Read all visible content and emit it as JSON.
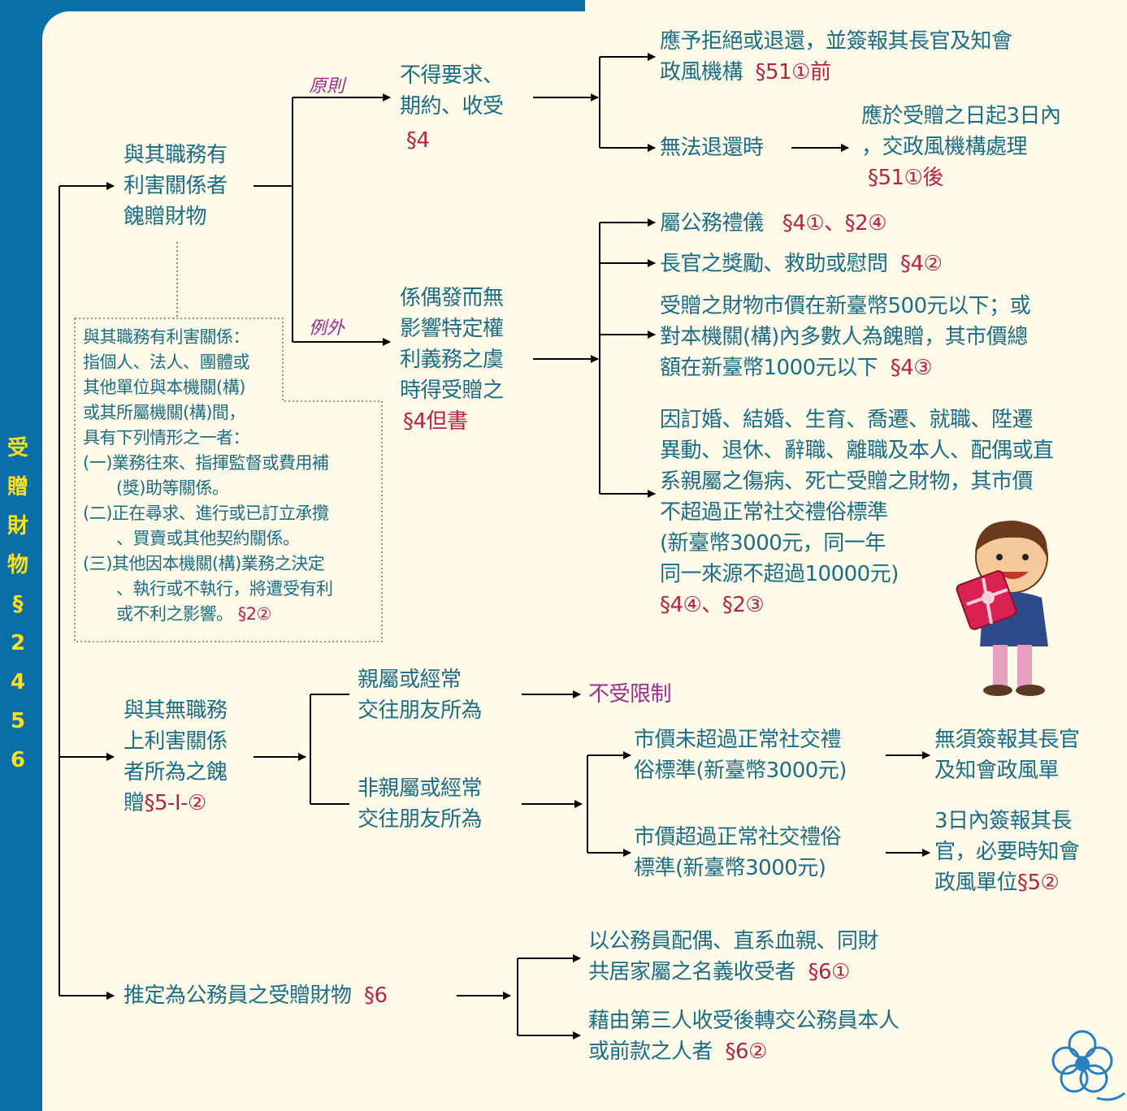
{
  "side_title": [
    "受",
    "贈",
    "財",
    "物",
    "§",
    "2",
    "4",
    "5",
    "6"
  ],
  "branch1": {
    "title": [
      "與其職務有",
      "利害關係者",
      "餽贈財物"
    ],
    "rule_label": "原則",
    "exception_label": "例外",
    "rule": [
      "不得要求、",
      "期約、收受"
    ],
    "rule_ref": "§4",
    "reject": [
      "應予拒絕或退還，並簽報其長官及知會"
    ],
    "reject_line2": "政風機構",
    "reject_ref": "§51①前",
    "cannot_return": "無法退還時",
    "handover": [
      "應於受贈之日起3日內",
      "，交政風機構處理"
    ],
    "handover_ref": "§51①後",
    "exception": [
      "係偶發而無",
      "影響特定權",
      "利義務之虞",
      "時得受贈之"
    ],
    "exception_ref": "§4但書",
    "exc1_text": "屬公務禮儀",
    "exc1_ref": "§4①、§2④",
    "exc2_text": "長官之獎勵、救助或慰問",
    "exc2_ref": "§4②",
    "exc3": [
      "受贈之財物市價在新臺幣500元以下；或",
      "對本機關(構)內多數人為餽贈，其市價總"
    ],
    "exc3_line3": "額在新臺幣1000元以下",
    "exc3_ref": "§4③",
    "exc4": [
      "因訂婚、結婚、生育、喬遷、就職、陞遷",
      "異動、退休、辭職、離職及本人、配偶或直",
      "系親屬之傷病、死亡受贈之財物，其市價",
      "不超過正常社交禮俗標準",
      "(新臺幣3000元，同一年",
      "同一來源不超過10000元)"
    ],
    "exc4_ref": "§4④、§2③"
  },
  "note": {
    "lines": [
      "與其職務有利害關係：",
      "指個人、法人、團體或",
      "其他單位與本機關(構)",
      "或其所屬機關(構)間，",
      "具有下列情形之一者：",
      "(一)業務往來、指揮監督或費用補",
      "　　(獎)助等關係。",
      "(二)正在尋求、進行或已訂立承攬",
      "　　、買賣或其他契約關係。",
      "(三)其他因本機關(構)業務之決定",
      "　　、執行或不執行，將遭受有利",
      "　　或不利之影響。"
    ],
    "ref": "§2②"
  },
  "branch2": {
    "title": [
      "與其無職務",
      "上利害關係",
      "者所為之餽"
    ],
    "title_last": "贈",
    "title_ref": "§5-I-②",
    "relatives": [
      "親屬或經常",
      "交往朋友所為"
    ],
    "unlimited": "不受限制",
    "non_relatives": [
      "非親屬或經常",
      "交往朋友所為"
    ],
    "under": [
      "市價未超過正常社交禮",
      "俗標準(新臺幣3000元)"
    ],
    "under_result": [
      "無須簽報其長官",
      "及知會政風單"
    ],
    "over": [
      "市價超過正常社交禮俗",
      "標準(新臺幣3000元)"
    ],
    "over_result": [
      "3日內簽報其長",
      "官，必要時知會"
    ],
    "over_result_line3": "政風單位",
    "over_ref": "§5②"
  },
  "branch3": {
    "title": "推定為公務員之受贈財物",
    "title_ref": "§6",
    "item1": [
      "以公務員配偶、直系血親、同財"
    ],
    "item1_line2": "共居家屬之名義收受者",
    "item1_ref": "§6①",
    "item2": [
      "藉由第三人收受後轉交公務員本人"
    ],
    "item2_line2": "或前款之人者",
    "item2_ref": "§6②"
  },
  "colors": {
    "frame": "#0a6ea8",
    "panel": "#fffbe8",
    "text": "#1a6d86",
    "ref": "#b5243f",
    "label": "#9b2d91",
    "side": "#ffe11a"
  }
}
